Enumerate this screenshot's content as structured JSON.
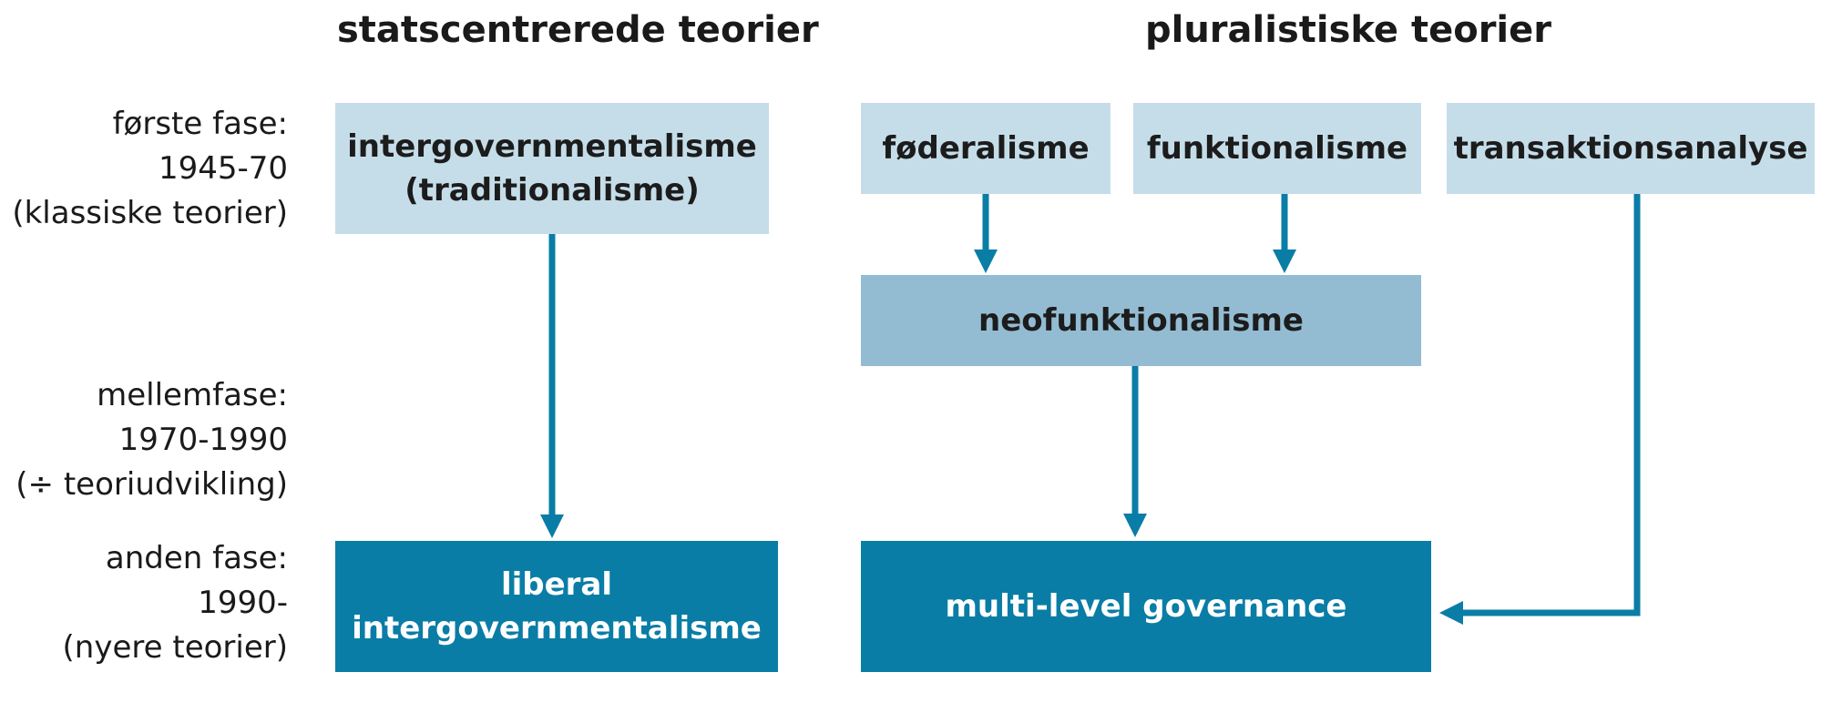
{
  "headers": {
    "state_centric": "statscentrerede teorier",
    "pluralistic": "pluralistiske teorier"
  },
  "phases": {
    "first": {
      "label": "første fase:",
      "period": "1945-70",
      "note": "(klassiske teorier)"
    },
    "middle": {
      "label": "mellemfase:",
      "period": "1970-1990",
      "note": "(÷ teoriudvikling)"
    },
    "second": {
      "label": "anden fase:",
      "period": "1990-",
      "note": "(nyere teorier)"
    }
  },
  "nodes": {
    "intergovernmentalism": {
      "line1": "intergovernmentalisme",
      "line2": "(traditionalisme)"
    },
    "federalism": "føderalisme",
    "functionalism": "funktionalisme",
    "transactionalism": "transaktionsanalyse",
    "neofunctionalism": "neofunktionalisme",
    "liberal_intergovernmentalism": {
      "line1": "liberal",
      "line2": "intergovernmentalisme"
    },
    "multi_level_governance": "multi-level governance"
  },
  "colors": {
    "light_box": "#c5dde9",
    "mid_box": "#93bcd3",
    "dark_box": "#0a7da6",
    "arrow": "#0a7da6"
  }
}
